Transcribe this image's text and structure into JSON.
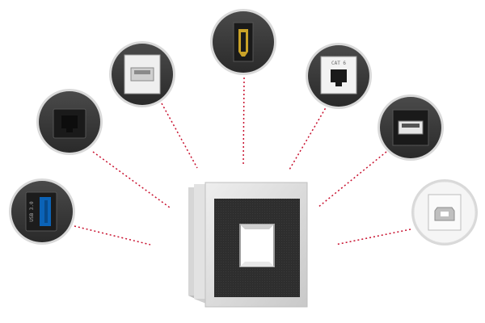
{
  "palette": {
    "background": "#ffffff",
    "connector_line": "#c8102e",
    "badge_fill": "#3a3a3a",
    "badge_ring": "#d9d9d9",
    "module_frame": "#dcdcdc",
    "module_faceplate": "#2b2b2b"
  },
  "product": {
    "name_icon": "modular-connector-frame",
    "opening": "single-keystone-cutout"
  },
  "connector_modules": [
    {
      "id": "usb3",
      "icon": "usb-3-0-port-icon",
      "port_label": "USB 3.0"
    },
    {
      "id": "rj45-black",
      "icon": "rj45-jack-icon",
      "port_label": ""
    },
    {
      "id": "usb-a-white",
      "icon": "usb-a-port-icon",
      "port_label": ""
    },
    {
      "id": "hdmi",
      "icon": "hdmi-port-icon",
      "port_label": ""
    },
    {
      "id": "rj45-cat6",
      "icon": "rj45-cat6-jack-icon",
      "port_label": "CAT 6"
    },
    {
      "id": "usb-a-black",
      "icon": "usb-a-port-icon",
      "port_label": ""
    },
    {
      "id": "usb-b",
      "icon": "usb-b-port-icon",
      "port_label": ""
    }
  ]
}
